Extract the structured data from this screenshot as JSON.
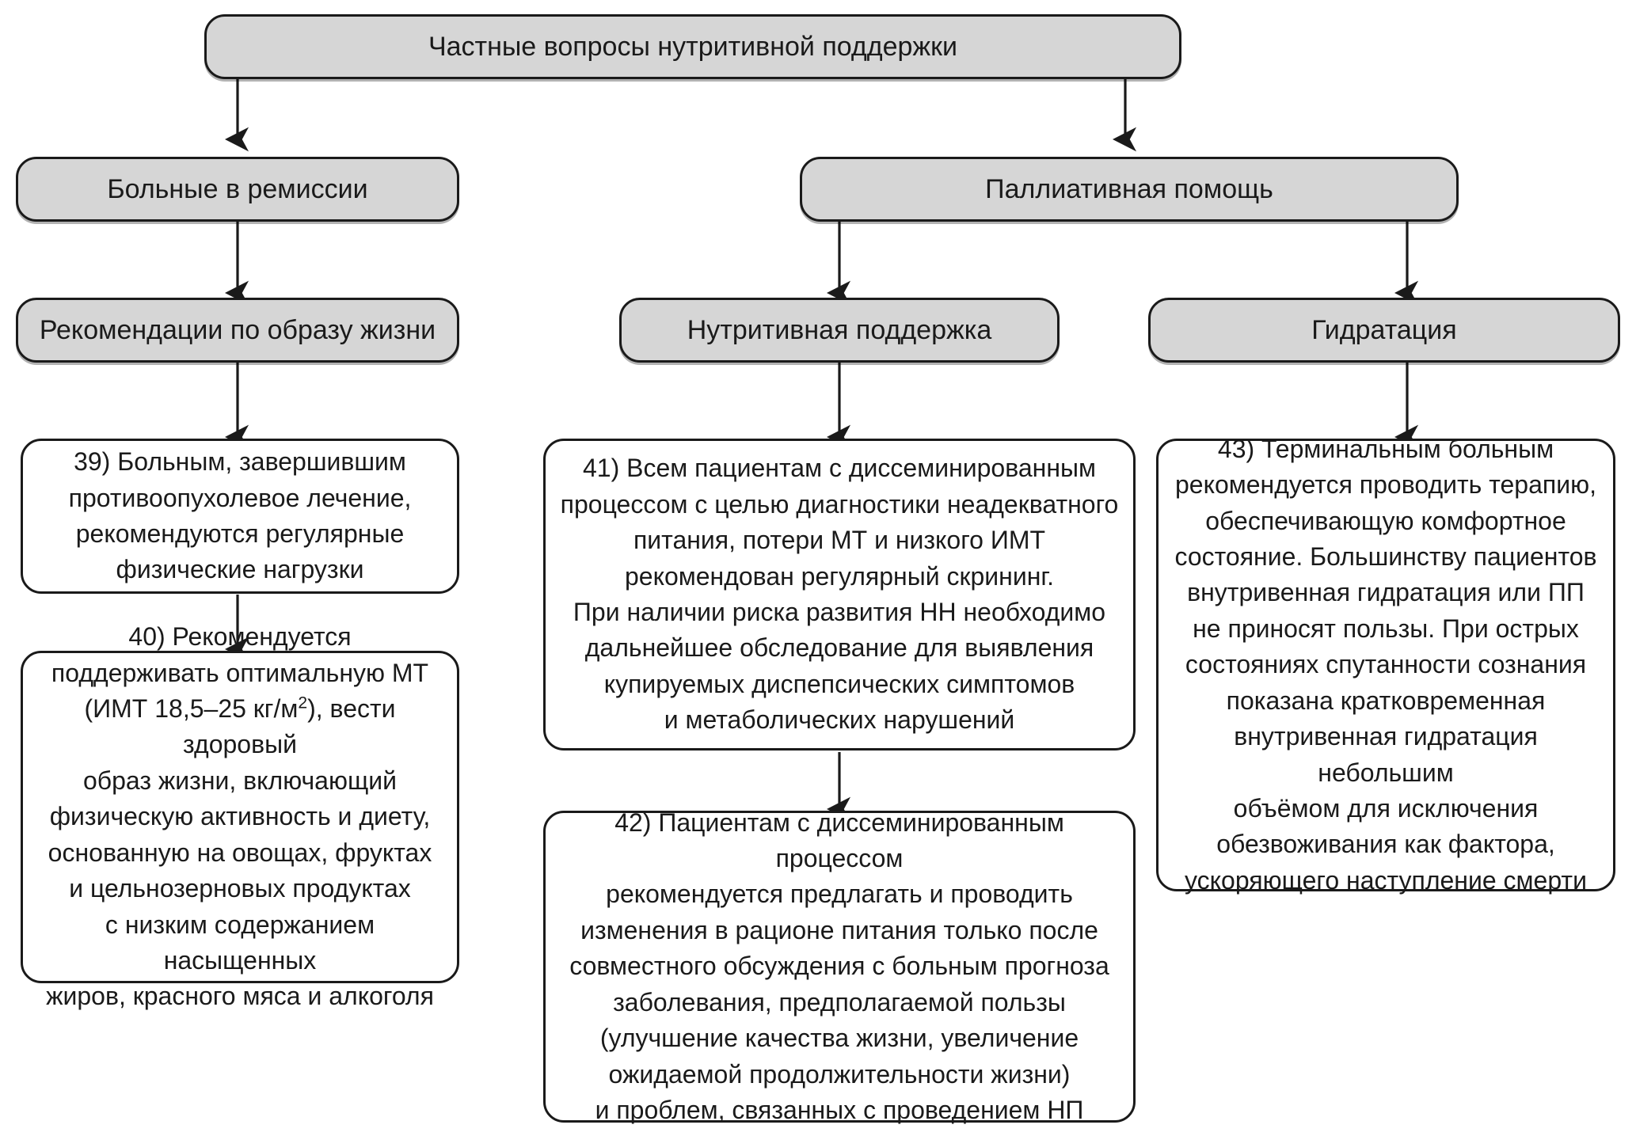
{
  "diagram": {
    "title": "Частные вопросы нутритивной поддержки",
    "nodes": {
      "root": "Частные вопросы нутритивной поддержки",
      "remission": "Больные в ремиссии",
      "palliative": "Паллиативная помощь",
      "lifestyle": "Рекомендации по образу жизни",
      "nutrition_support": "Нутритивная поддержка",
      "hydration": "Гидратация",
      "item39": "39) Больным, завершившим\nпротивоопухолевое лечение,\nрекомендуются регулярные\nфизические нагрузки",
      "item40_part1": "40) Рекомендуется\nподдерживать оптимальную МТ\n(ИМТ 18,5–25 кг/м",
      "item40_sup": "2",
      "item40_part2": "), вести здоровый\nобраз жизни, включающий\nфизическую активность и диету,\nоснованную на овощах, фруктах\nи цельнозерновых продуктах\nс низким содержанием насыщенных\nжиров, красного мяса и алкоголя",
      "item41": "41) Всем пациентам с диссеминированным\nпроцессом с целью диагностики неадекватного\nпитания, потери МТ и низкого ИМТ\nрекомендован регулярный скрининг.\nПри наличии риска развития НН необходимо\nдальнейшее обследование для выявления\nкупируемых диспепсических симптомов\nи метаболических нарушений",
      "item42": "42) Пациентам с диссеминированным процессом\nрекомендуется предлагать и проводить\nизменения в рационе питания только после\nсовместного обсуждения с больным прогноза\nзаболевания, предполагаемой пользы\n(улучшение качества жизни, увеличение\nожидаемой продолжительности жизни)\nи проблем, связанных с проведением НП",
      "item43": "43) Терминальным больным\nрекомендуется проводить терапию,\nобеспечивающую комфортное\nсостояние. Большинству пациентов\nвнутривенная гидратация или ПП\nне приносят пользы. При острых\nсостояниях спутанности сознания\nпоказана кратковременная\nвнутривенная гидратация небольшим\nобъёмом для исключения\nобезвоживания как фактора,\nускоряющего наступление смерти"
    },
    "colors": {
      "header_fill": "#d6d6d6",
      "body_fill": "#ffffff",
      "stroke": "#1a1a1a",
      "text": "#1a1a1a",
      "background": "#ffffff"
    }
  }
}
